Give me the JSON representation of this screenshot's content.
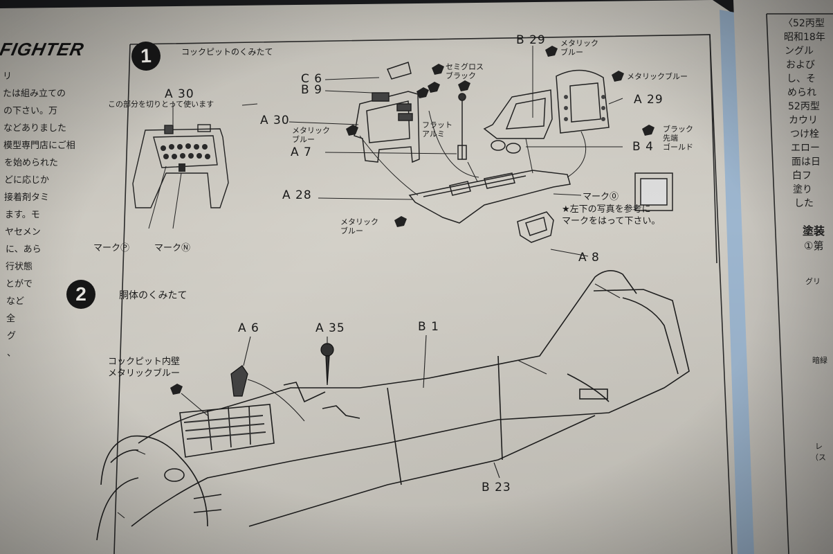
{
  "header": {
    "logo_text": "FIGHTER"
  },
  "left_column": [
    "リ",
    "たは組み立ての",
    "の下さい。万",
    "などありました",
    "模型専門店にご相",
    "を始められた",
    "どに応じか",
    "",
    "接着剤タミ",
    "ます。モ",
    "ヤセメン",
    "",
    "に、あら",
    "行状態",
    "とがで",
    "",
    "など",
    "",
    "全",
    "グ",
    "",
    "、"
  ],
  "step1": {
    "number": "1",
    "title": "コックピットのくみたて",
    "inset": {
      "part": "A 30",
      "note": "この部分を切りとって使います",
      "mark_p": "マークⓅ",
      "mark_n": "マークⓃ"
    },
    "parts": {
      "c6": "C 6",
      "b9": "B 9",
      "a30": "A 30",
      "a7": "A 7",
      "a28": "A 28",
      "b29": "B 29",
      "a29": "A 29",
      "b4": "B 4",
      "a8": "A 8"
    },
    "paint_notes": {
      "semigloss_black": [
        "セミグロス",
        "ブラック"
      ],
      "flat_aluminium": [
        "フラット",
        "アルミ"
      ],
      "metallic_blue_a30": [
        "メタリック",
        "ブルー"
      ],
      "metallic_blue_b29": [
        "メタリック",
        "ブルー"
      ],
      "metallic_blue_a29": "メタリックブルー",
      "black_gold_tip": [
        "ブラック",
        "先端",
        "ゴールド"
      ],
      "metallic_blue_floor": [
        "メタリック",
        "ブルー"
      ]
    },
    "mark_o": "マーク⓪",
    "photo_note": [
      "★左下の写真を参考に",
      "マークをはって下さい。"
    ]
  },
  "step2": {
    "number": "2",
    "title": "胴体のくみたて",
    "parts": {
      "a6": "A 6",
      "a35": "A 35",
      "b1": "B 1",
      "b23": "B 23"
    },
    "cockpit_note": [
      "コックピット内壁",
      "メタリックブルー"
    ]
  },
  "right_page": {
    "lines": [
      "〈52丙型",
      "昭和18年",
      "ングル",
      "および",
      "し、そ",
      "められ",
      "52丙型",
      "カウリ",
      "つけ栓",
      "エロー",
      "面は日",
      "白フ",
      "塗り",
      "した"
    ],
    "section": "塗装",
    "item": "①第",
    "gray": "グリ",
    "dark": "暗緑",
    "note_re": "レ",
    "note_paren": "（ス"
  },
  "colors": {
    "paper": "#d2cfc6",
    "paper_shadow": "#8f8d89",
    "ink": "#1a1a1a",
    "page_edge": "#9db6cf",
    "background": "#1c1d20"
  },
  "icons": [
    "paint-drop-icon",
    "arrow-icon",
    "step-badge-icon"
  ]
}
